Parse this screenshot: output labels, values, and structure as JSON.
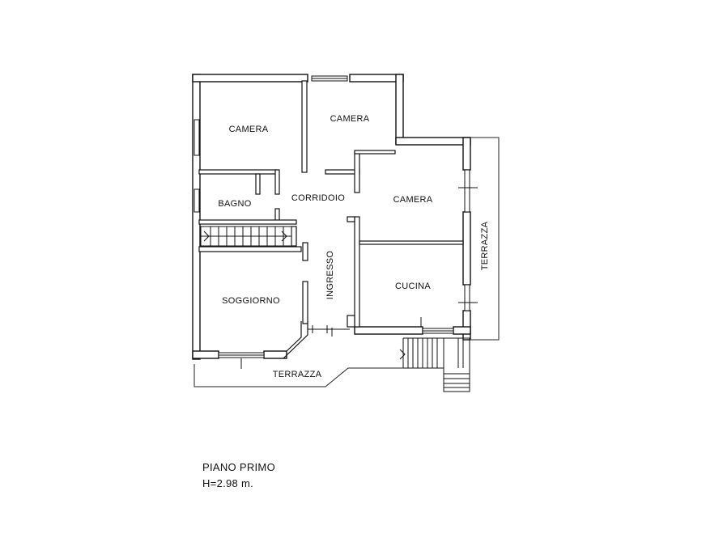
{
  "rooms": {
    "camera_top_left": "CAMERA",
    "camera_top_center": "CAMERA",
    "camera_right": "CAMERA",
    "bagno": "BAGNO",
    "corridoio": "CORRIDOIO",
    "ingresso": "INGRESSO",
    "soggiorno": "SOGGIORNO",
    "cucina": "CUCINA",
    "terrazza_bottom": "TERRAZZA",
    "terrazza_right": "TERRAZZA"
  },
  "caption": {
    "floor": "PIANO PRIMO",
    "height": "H=2.98 m."
  }
}
